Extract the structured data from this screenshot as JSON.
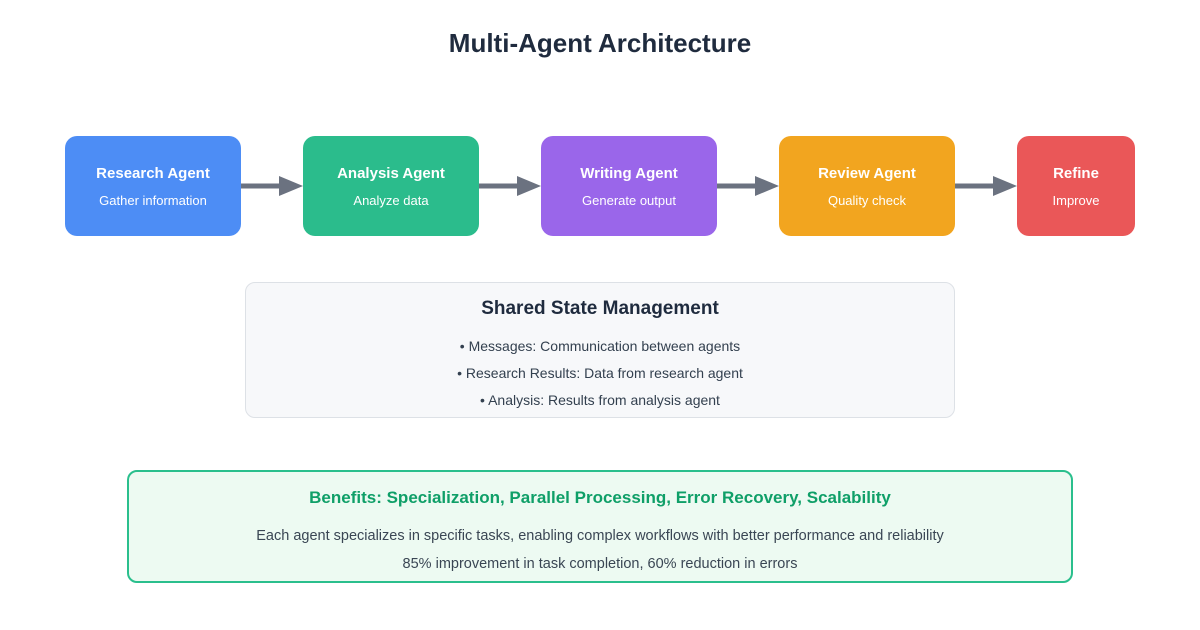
{
  "title": "Multi-Agent Architecture",
  "flow": {
    "agents": [
      {
        "name": "Research Agent",
        "subtitle": "Gather information",
        "color": "#4d8df5"
      },
      {
        "name": "Analysis Agent",
        "subtitle": "Analyze data",
        "color": "#2bbc8c"
      },
      {
        "name": "Writing Agent",
        "subtitle": "Generate output",
        "color": "#9a66ea"
      },
      {
        "name": "Review Agent",
        "subtitle": "Quality check",
        "color": "#f2a51f"
      },
      {
        "name": "Refine",
        "subtitle": "Improve",
        "color": "#ea5758"
      }
    ],
    "arrow_color": "#6b7280"
  },
  "shared_state": {
    "title": "Shared State Management",
    "items": [
      "• Messages: Communication between agents",
      "• Research Results: Data from research agent",
      "• Analysis: Results from analysis agent"
    ]
  },
  "benefits": {
    "heading": "Benefits: Specialization, Parallel Processing, Error Recovery, Scalability",
    "description": "Each agent specializes in specific tasks, enabling complex workflows with better performance and reliability",
    "stats": "85% improvement in task completion, 60% reduction in errors",
    "border_color": "#2abf8d",
    "heading_color": "#0f9f68"
  }
}
